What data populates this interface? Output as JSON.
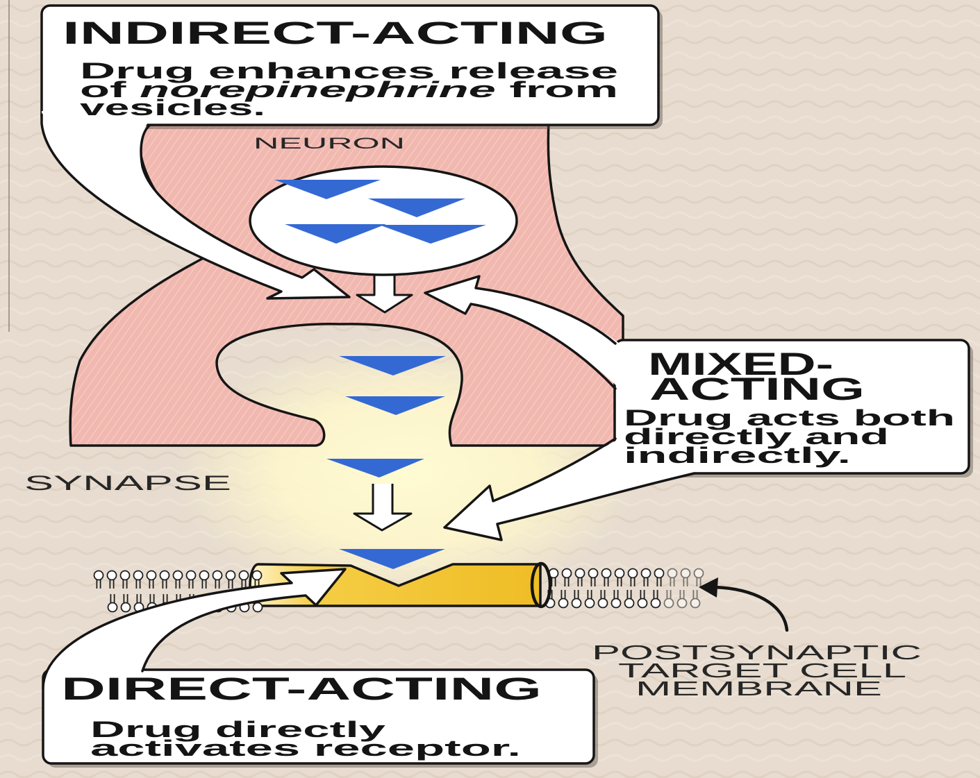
{
  "indirect_acting": {
    "title": "INDIRECT-ACTING",
    "line1": "Drug enhances release",
    "line2_pre": "of ",
    "line2_em": "norepinephrine",
    "line2_post": " from",
    "line3": "vesicles."
  },
  "neuron_label": "NEURON",
  "synapse_label": "SYNAPSE",
  "mixed_acting": {
    "title_line1": "MIXED-",
    "title_line2": "ACTING",
    "line1": "Drug acts both",
    "line2": "directly and",
    "line3": "indirectly."
  },
  "direct_acting": {
    "title": "DIRECT-ACTING",
    "line1": "Drug directly",
    "line2": "activates receptor."
  },
  "postsynaptic_label": {
    "line1": "POSTSYNAPTIC",
    "line2": "TARGET CELL",
    "line3": "MEMBRANE"
  },
  "colors": {
    "background": "#e7dccf",
    "neuron": "#f1b8b0",
    "neurotransmitter": "#3469d4",
    "receptor": "#efbd25",
    "synapse_glow": "#fffbd2",
    "callout": "#ffffff",
    "outline": "#151515"
  }
}
